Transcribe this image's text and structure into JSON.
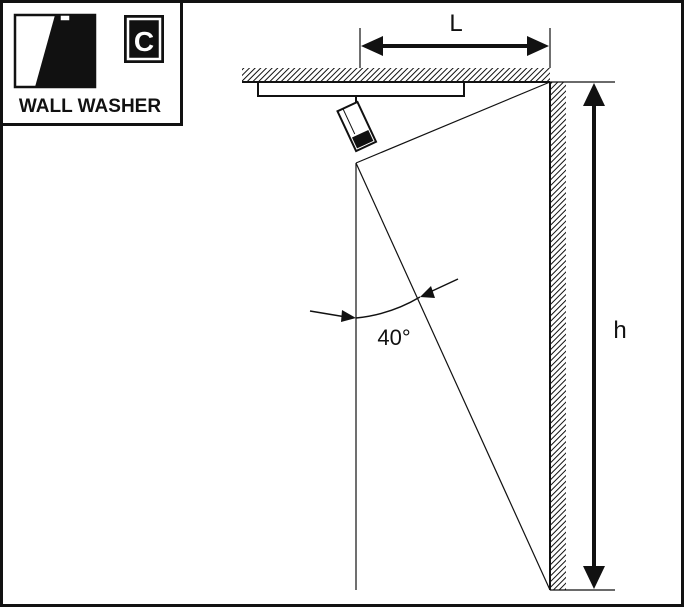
{
  "badge": {
    "letter": "C",
    "title": "WALL WASHER"
  },
  "labels": {
    "length": "L",
    "height": "h",
    "angle": "40°"
  }
}
